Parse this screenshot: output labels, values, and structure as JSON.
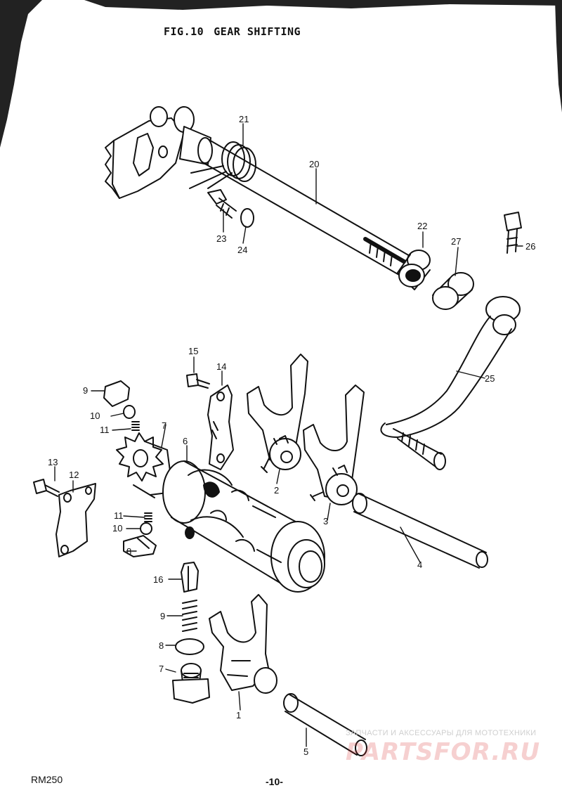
{
  "figure": {
    "title_fig": "FIG.10",
    "title_name": "GEAR SHIFTING",
    "model": "RM250",
    "page_number": "-10-"
  },
  "watermark": {
    "tagline": "ЗАПЧАСТИ И АКСЕССУАРЫ ДЛЯ МОТОТЕХНИКИ",
    "brand": "PARTSFOR.RU",
    "color": "#d62828"
  },
  "callouts": {
    "c1": "1",
    "c2": "2",
    "c3": "3",
    "c4": "4",
    "c5": "5",
    "c6": "6",
    "c7a": "7",
    "c7b": "7",
    "c8a": "8",
    "c8b": "8",
    "c9a": "9",
    "c9b": "9",
    "c10a": "10",
    "c10b": "10",
    "c11a": "11",
    "c11b": "11",
    "c12": "12",
    "c13": "13",
    "c14": "14",
    "c15": "15",
    "c16": "16",
    "c20": "20",
    "c21": "21",
    "c22": "22",
    "c23": "23",
    "c24": "24",
    "c25": "25",
    "c26": "26",
    "c27": "27"
  },
  "colors": {
    "ink": "#111111",
    "paper": "#ffffff"
  }
}
